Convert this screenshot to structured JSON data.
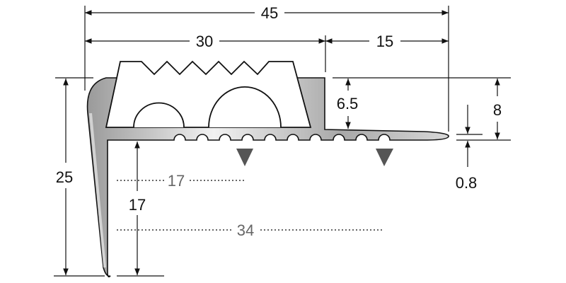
{
  "title": "Stair nosing profile cross-section",
  "dimensions": {
    "overall_width": "45",
    "tread_insert_width": "30",
    "flange_width": "15",
    "insert_height": "6.5",
    "total_tread_height": "8",
    "flange_thickness": "0.8",
    "overall_height": "25",
    "leg_inner_height": "17",
    "dotted_17": "17",
    "dotted_34": "34"
  },
  "colors": {
    "profile_metal": "#b8b8b8",
    "marker": "#555555",
    "line": "#111111",
    "dotted": "#666666"
  }
}
